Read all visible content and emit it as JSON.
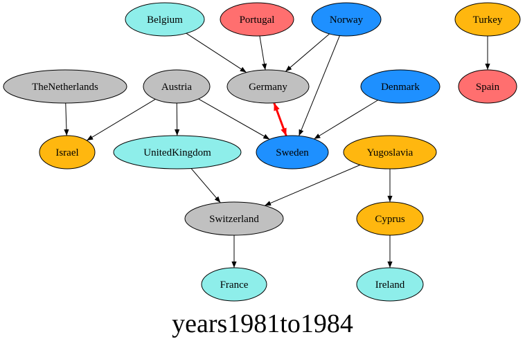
{
  "title": "years1981to1984",
  "colors": {
    "cyan": "#8eeeea",
    "red": "#ff6f6f",
    "blue": "#1e90ff",
    "orange": "#ffb70f",
    "gray": "#c0c0c0",
    "highlight_edge": "#ff0000",
    "edge": "#000000"
  },
  "nodes": [
    {
      "id": "belgium",
      "label": "Belgium",
      "color": "cyan"
    },
    {
      "id": "portugal",
      "label": "Portugal",
      "color": "red"
    },
    {
      "id": "norway",
      "label": "Norway",
      "color": "blue"
    },
    {
      "id": "turkey",
      "label": "Turkey",
      "color": "orange"
    },
    {
      "id": "thenetherlands",
      "label": "TheNetherlands",
      "color": "gray"
    },
    {
      "id": "austria",
      "label": "Austria",
      "color": "gray"
    },
    {
      "id": "germany",
      "label": "Germany",
      "color": "gray"
    },
    {
      "id": "denmark",
      "label": "Denmark",
      "color": "blue"
    },
    {
      "id": "spain",
      "label": "Spain",
      "color": "red"
    },
    {
      "id": "israel",
      "label": "Israel",
      "color": "orange"
    },
    {
      "id": "unitedkingdom",
      "label": "UnitedKingdom",
      "color": "cyan"
    },
    {
      "id": "sweden",
      "label": "Sweden",
      "color": "blue"
    },
    {
      "id": "yugoslavia",
      "label": "Yugoslavia",
      "color": "orange"
    },
    {
      "id": "switzerland",
      "label": "Switzerland",
      "color": "gray"
    },
    {
      "id": "cyprus",
      "label": "Cyprus",
      "color": "orange"
    },
    {
      "id": "france",
      "label": "France",
      "color": "cyan"
    },
    {
      "id": "ireland",
      "label": "Ireland",
      "color": "cyan"
    }
  ],
  "edges": [
    {
      "from": "belgium",
      "to": "germany",
      "style": "normal"
    },
    {
      "from": "portugal",
      "to": "germany",
      "style": "normal"
    },
    {
      "from": "norway",
      "to": "germany",
      "style": "normal"
    },
    {
      "from": "norway",
      "to": "sweden",
      "style": "normal"
    },
    {
      "from": "turkey",
      "to": "spain",
      "style": "normal"
    },
    {
      "from": "thenetherlands",
      "to": "israel",
      "style": "normal"
    },
    {
      "from": "austria",
      "to": "israel",
      "style": "normal"
    },
    {
      "from": "austria",
      "to": "unitedkingdom",
      "style": "normal"
    },
    {
      "from": "austria",
      "to": "sweden",
      "style": "normal"
    },
    {
      "from": "denmark",
      "to": "sweden",
      "style": "normal"
    },
    {
      "from": "germany",
      "to": "sweden",
      "style": "bidirectional-highlight"
    },
    {
      "from": "unitedkingdom",
      "to": "switzerland",
      "style": "normal"
    },
    {
      "from": "yugoslavia",
      "to": "switzerland",
      "style": "normal"
    },
    {
      "from": "yugoslavia",
      "to": "cyprus",
      "style": "normal"
    },
    {
      "from": "switzerland",
      "to": "france",
      "style": "normal"
    },
    {
      "from": "cyprus",
      "to": "ireland",
      "style": "normal"
    }
  ]
}
